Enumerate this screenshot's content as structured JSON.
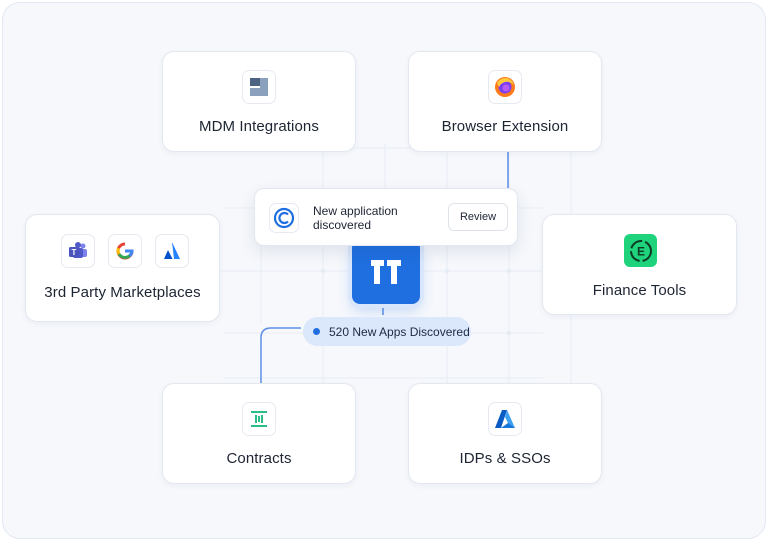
{
  "cards": {
    "mdm": {
      "label": "MDM Integrations",
      "icon": "mdm-icon"
    },
    "browser": {
      "label": "Browser Extension",
      "icon": "firefox-icon"
    },
    "marketplaces": {
      "label": "3rd Party Marketplaces",
      "icons": [
        "teams-icon",
        "google-icon",
        "atlassian-icon"
      ]
    },
    "finance": {
      "label": "Finance Tools",
      "icon": "expensify-icon"
    },
    "contracts": {
      "label": "Contracts",
      "icon": "contracts-icon"
    },
    "idps": {
      "label": "IDPs & SSOs",
      "icon": "azure-icon"
    }
  },
  "toast": {
    "message": "New application discovered",
    "review_label": "Review",
    "icon": "coupa-icon"
  },
  "hub": {
    "icon": "hub-logo-icon"
  },
  "status_pill": {
    "label": "520 New Apps Discovered"
  },
  "colors": {
    "accent": "#1f6fe0",
    "pill_bg": "#dbe7fb",
    "finance_green": "#1fd37d",
    "contracts_green": "#2bbd86",
    "background": "#f6f8fc"
  }
}
